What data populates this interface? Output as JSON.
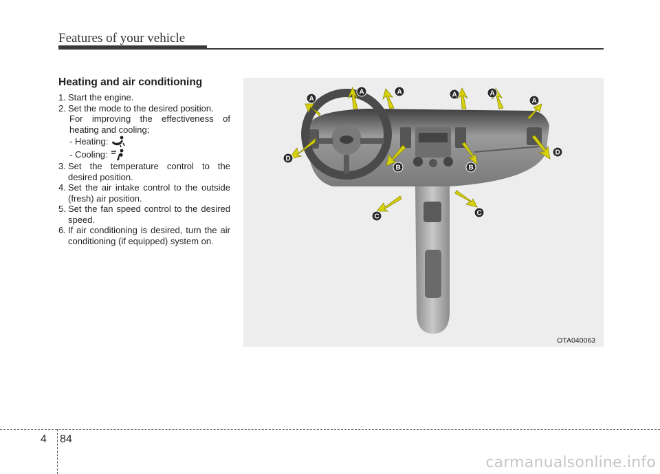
{
  "header": {
    "title": "Features of your vehicle"
  },
  "section": {
    "title": "Heating and air conditioning",
    "steps": [
      {
        "num": "1.",
        "text": "Start the engine."
      },
      {
        "num": "2.",
        "text": "Set the mode to the desired position."
      },
      {
        "num": "3.",
        "text": "Set the temperature control to the desired position."
      },
      {
        "num": "4.",
        "text": "Set the air intake control to the outside (fresh) air position."
      },
      {
        "num": "5.",
        "text": "Set the fan speed control to the desired speed."
      },
      {
        "num": "6.",
        "text": "If air conditioning is desired, turn the air conditioning (if equipped) system on."
      }
    ],
    "step2_note": "For improving the effectiveness of heating and cooling;",
    "heating_label": "- Heating:",
    "cooling_label": "- Cooling:",
    "heating_icon": "floor-heating-mode-icon",
    "cooling_icon": "face-cooling-mode-icon"
  },
  "figure": {
    "code": "OTA040063",
    "vent_labels": [
      "A",
      "A",
      "A",
      "A",
      "A",
      "A",
      "B",
      "B",
      "C",
      "C",
      "D",
      "D"
    ],
    "arrow_color": "#d8d20a",
    "label_color": "#2a2a2a"
  },
  "footer": {
    "chapter": "4",
    "page": "84",
    "watermark": "carmanualsonline.info"
  }
}
